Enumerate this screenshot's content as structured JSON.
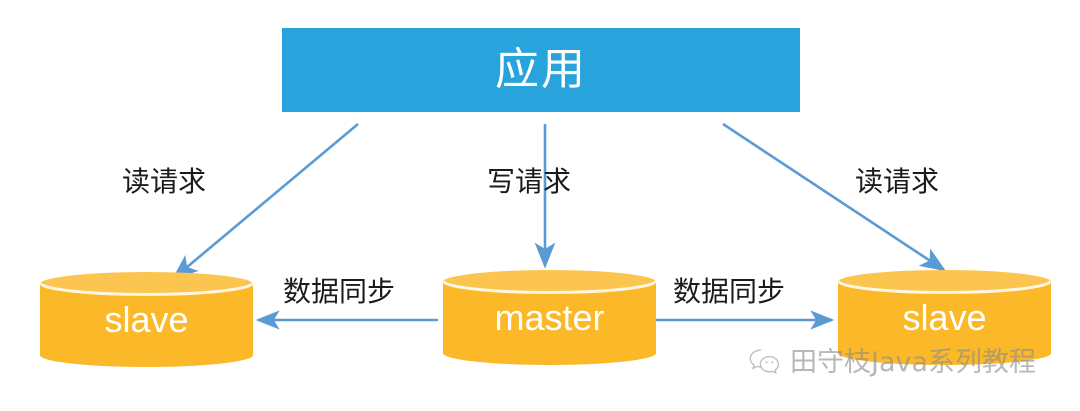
{
  "diagram": {
    "title": "MySQL master-slave read/write splitting architecture",
    "colors": {
      "app_box_fill": "#29a3dc",
      "cylinder_fill": "#fbb829",
      "cylinder_top_fill": "#fbc550",
      "arrow_stroke": "#5b9bd5",
      "label_text": "#1b1b1b",
      "node_text": "#ffffff",
      "watermark_text": "#8c8c8c",
      "background": "#ffffff"
    },
    "app_node": {
      "label": "应用",
      "shape": "rectangle"
    },
    "database_nodes": [
      {
        "id": "slave-left",
        "label": "slave",
        "shape": "cylinder"
      },
      {
        "id": "master",
        "label": "master",
        "shape": "cylinder"
      },
      {
        "id": "slave-right",
        "label": "slave",
        "shape": "cylinder"
      }
    ],
    "edges": [
      {
        "id": "app-to-slave-left",
        "label": "读请求",
        "from": "app",
        "to": "slave-left",
        "direction": "down-left"
      },
      {
        "id": "app-to-master",
        "label": "写请求",
        "from": "app",
        "to": "master",
        "direction": "down"
      },
      {
        "id": "app-to-slave-right",
        "label": "读请求",
        "from": "app",
        "to": "slave-right",
        "direction": "down-right"
      },
      {
        "id": "master-to-slave-left",
        "label": "数据同步",
        "from": "master",
        "to": "slave-left",
        "direction": "left"
      },
      {
        "id": "master-to-slave-right",
        "label": "数据同步",
        "from": "master",
        "to": "slave-right",
        "direction": "right"
      }
    ],
    "watermark": {
      "icon": "wechat-icon",
      "text": "田守枝Java系列教程"
    }
  }
}
